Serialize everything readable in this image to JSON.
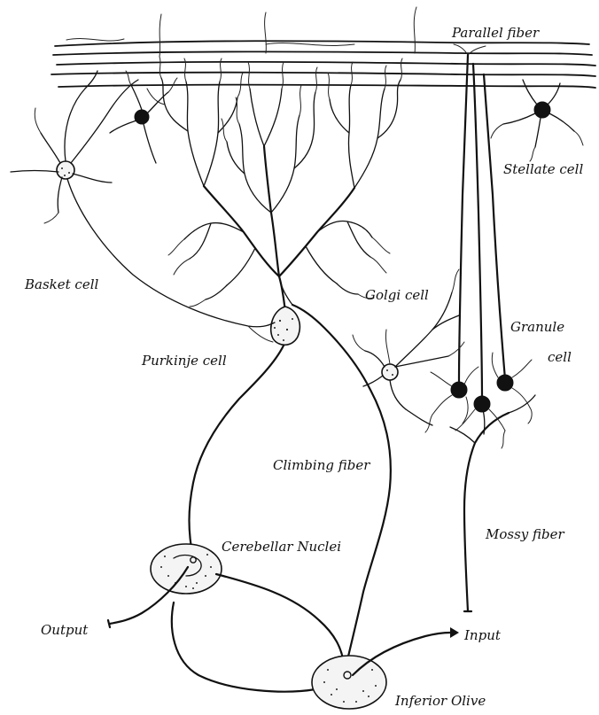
{
  "labels": {
    "parallel_fiber": "Parallel fiber",
    "stellate_cell": "Stellate cell",
    "basket_cell": "Basket cell",
    "golgi_cell": "Golgi cell",
    "granule_cell_line1": "Granule",
    "granule_cell_line2": "cell",
    "purkinje_cell": "Purkinje cell",
    "climbing_fiber": "Climbing fiber",
    "mossy_fiber": "Mossy fiber",
    "cerebellar_nuclei": "Cerebellar Nuclei",
    "output": "Output",
    "input": "Input",
    "inferior_olive": "Inferior Olive"
  },
  "colors": {
    "ink": "#111111",
    "background": "#ffffff"
  }
}
